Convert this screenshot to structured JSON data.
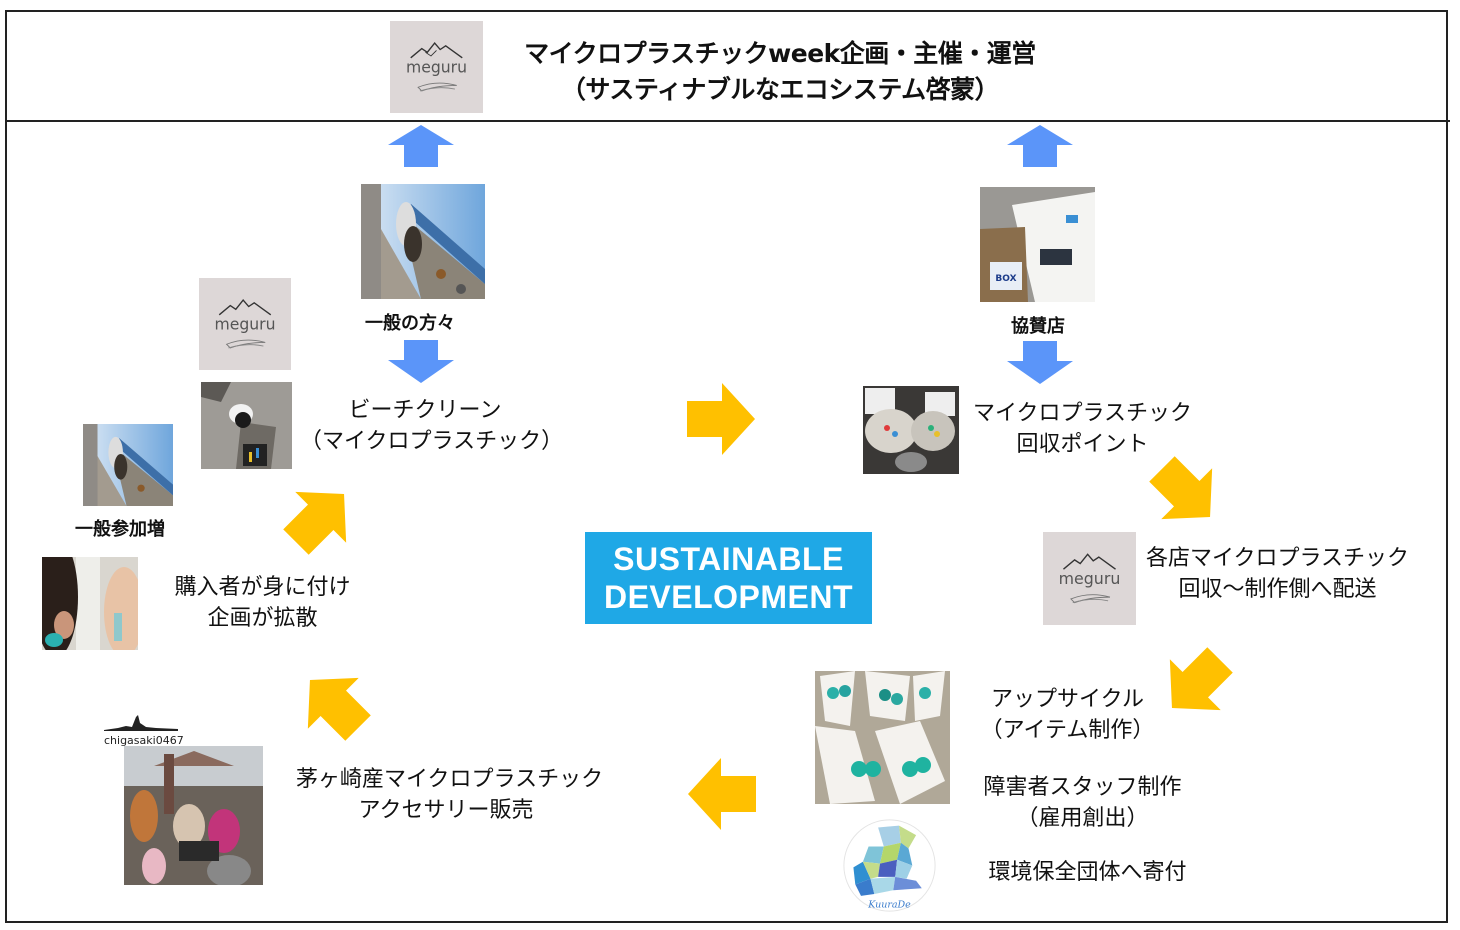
{
  "header": {
    "title_line1": "マイクロプラスチックweek企画・主催・運営",
    "title_line2": "（サスティナブルなエコシステム啓蒙）",
    "logo": "meguru"
  },
  "center": {
    "badge_line1": "SUSTAINABLE",
    "badge_line2": "DEVELOPMENT",
    "badge_color": "#1fa8e6"
  },
  "colors": {
    "blue_arrow": "#5b95f9",
    "yellow_arrow": "#ffc000",
    "logo_bg": "#ddd7d7"
  },
  "nodes": {
    "general_public": {
      "label": "一般の方々"
    },
    "sponsor_shop": {
      "label": "協賛店"
    },
    "beach_clean": {
      "line1": "ビーチクリーン",
      "line2": "（マイクロプラスチック）"
    },
    "collection_point": {
      "line1": "マイクロプラスチック",
      "line2": "回収ポイント"
    },
    "shop_collection": {
      "line1": "各店マイクロプラスチック",
      "line2": "回収～制作側へ配送"
    },
    "upcycle": {
      "line1": "アップサイクル",
      "line2": "（アイテム制作）"
    },
    "staff_production": {
      "line1": "障害者スタッフ制作",
      "line2": "（雇用創出）"
    },
    "donation": {
      "line1": "環境保全団体へ寄付"
    },
    "sales": {
      "line1": "茅ヶ崎産マイクロプラスチック",
      "line2": "アクセサリー販売"
    },
    "spread": {
      "line1": "購入者が身に付け",
      "line2": "企画が拡散"
    },
    "participation_up": {
      "label": "一般参加増"
    }
  },
  "logos": {
    "meguru_text": "meguru",
    "chigasaki_text": "chigasaki0467",
    "kuurade_text": "KuuraDe"
  },
  "icons": [
    "arrow-up-icon",
    "arrow-down-icon",
    "arrow-right-icon",
    "arrow-left-icon",
    "arrow-down-right-icon",
    "arrow-down-left-icon",
    "arrow-up-left-icon",
    "arrow-up-right-icon"
  ]
}
